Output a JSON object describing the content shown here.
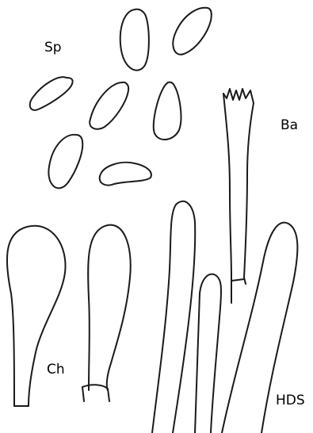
{
  "labels": {
    "spores": "Sp",
    "basidia": "Ba",
    "cheilocystidia": "Ch",
    "pileipellis": "HDS"
  },
  "colors": {
    "ink": "#1a1a1a",
    "background": "#ffffff"
  }
}
